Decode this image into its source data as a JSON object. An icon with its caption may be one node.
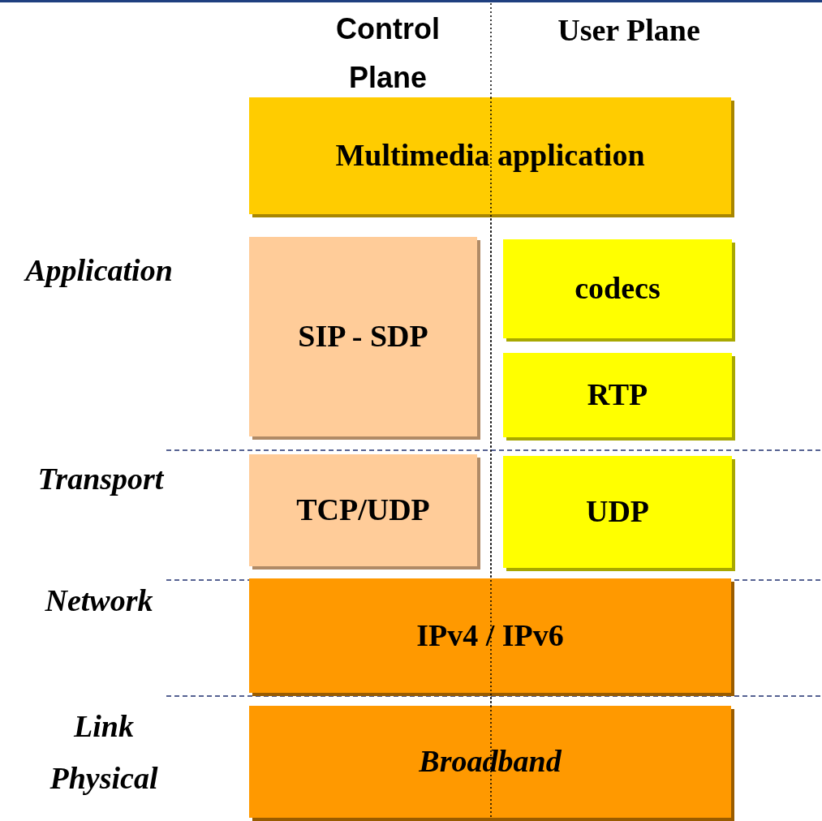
{
  "diagram": {
    "nodes": [
      {
        "text": [
          "Multimedia application"
        ]
      },
      {
        "text": [
          "SIP - SDP"
        ]
      },
      {
        "text": [
          "codecs"
        ]
      },
      {
        "text": [
          "RTP"
        ]
      },
      {
        "text": [
          "TCP/UDP"
        ]
      },
      {
        "text": [
          "UDP"
        ]
      },
      {
        "text": [
          "IPv4 / IPv6"
        ]
      },
      {
        "text": [
          "Broadband"
        ]
      }
    ],
    "labels": [
      "Control Plane",
      "User Plane",
      "Application",
      "Transport",
      "Network",
      "Link Physical"
    ]
  }
}
